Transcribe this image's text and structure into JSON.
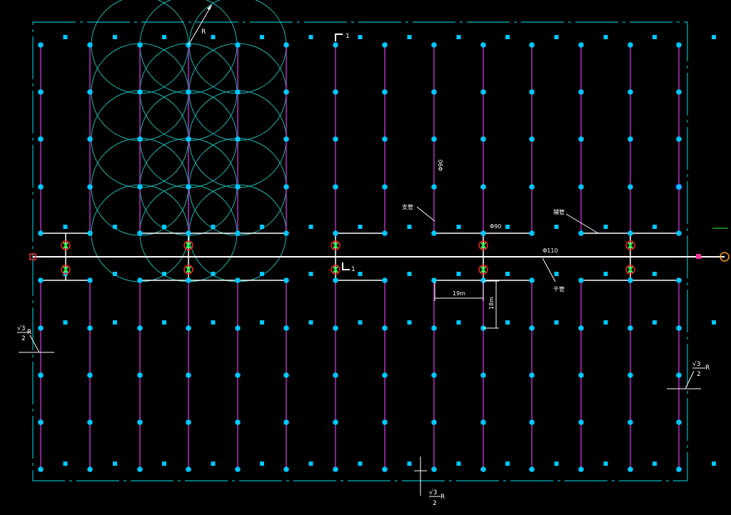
{
  "colors": {
    "background": "#000000",
    "boundary": "#00b8c8",
    "branch_pipe": "#b030c0",
    "main_pipe": "#ffffff",
    "sprinkler": "#00c8ff",
    "coverage_circle": "#20b8b0",
    "valve_ring": "#ff2020",
    "valve_core": "#20ff40",
    "annotation": "#ffffff"
  },
  "labels": {
    "radius": "R",
    "section_top": "1",
    "section_bottom": "1",
    "branch_pipe": "支管",
    "lateral_pipe": "辅管",
    "main_pipe": "干管",
    "branch_dia_vertical": "Φ90",
    "branch_dia_horizontal": "Φ90",
    "main_dia": "Φ110",
    "spacing_x": "19m",
    "spacing_y": "18m",
    "formula_sqrt": "√3",
    "formula_denominator": "2",
    "formula_r": "R"
  },
  "icons": {
    "valve": "valve-icon",
    "inlet": "inlet-square-icon",
    "outlet": "outlet-circle-icon",
    "section_marker": "section-cut-icon"
  }
}
